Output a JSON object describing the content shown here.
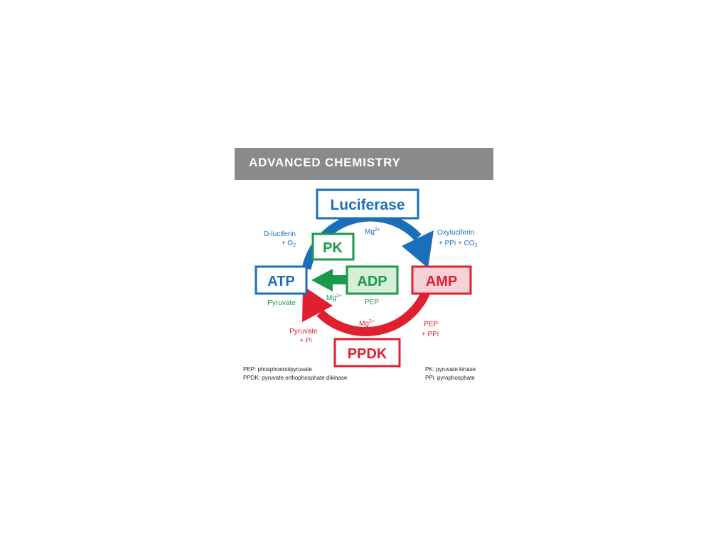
{
  "header": {
    "title": "ADVANCED CHEMISTRY"
  },
  "colors": {
    "blue": "#1a6fb8",
    "green": "#1a9a4a",
    "red": "#e0202f",
    "header_bg": "#8a8a8a",
    "adp_fill": "#d8eed8",
    "amp_fill": "#f6d2d8"
  },
  "nodes": {
    "luciferase": "Luciferase",
    "pk": "PK",
    "atp": "ATP",
    "adp": "ADP",
    "amp": "AMP",
    "ppdk": "PPDK"
  },
  "labels": {
    "d_luciferin": "D-luciferin",
    "plus_o2": "+ O",
    "o2_sub": "2",
    "mg": "Mg",
    "mg_sup": "2+",
    "oxyluciferin": "Oxyluciferin",
    "ppi_co2": "+ PPi + CO",
    "co2_sub": "2",
    "pyruvate_green": "Pyruvate",
    "pep_green": "PEP",
    "pyruvate_red": "Pyruvate",
    "plus_pi": "+ Pi",
    "pep_red": "PEP",
    "plus_ppi": "+ PPi"
  },
  "legend": {
    "pep": "PEP: phosphoenolpyruvate",
    "ppdk": "PPDK: pyruvate orthophosphate dikinase",
    "pk": "PK: pyruvate kinase",
    "ppi": "PPi: pyrophosphate"
  }
}
